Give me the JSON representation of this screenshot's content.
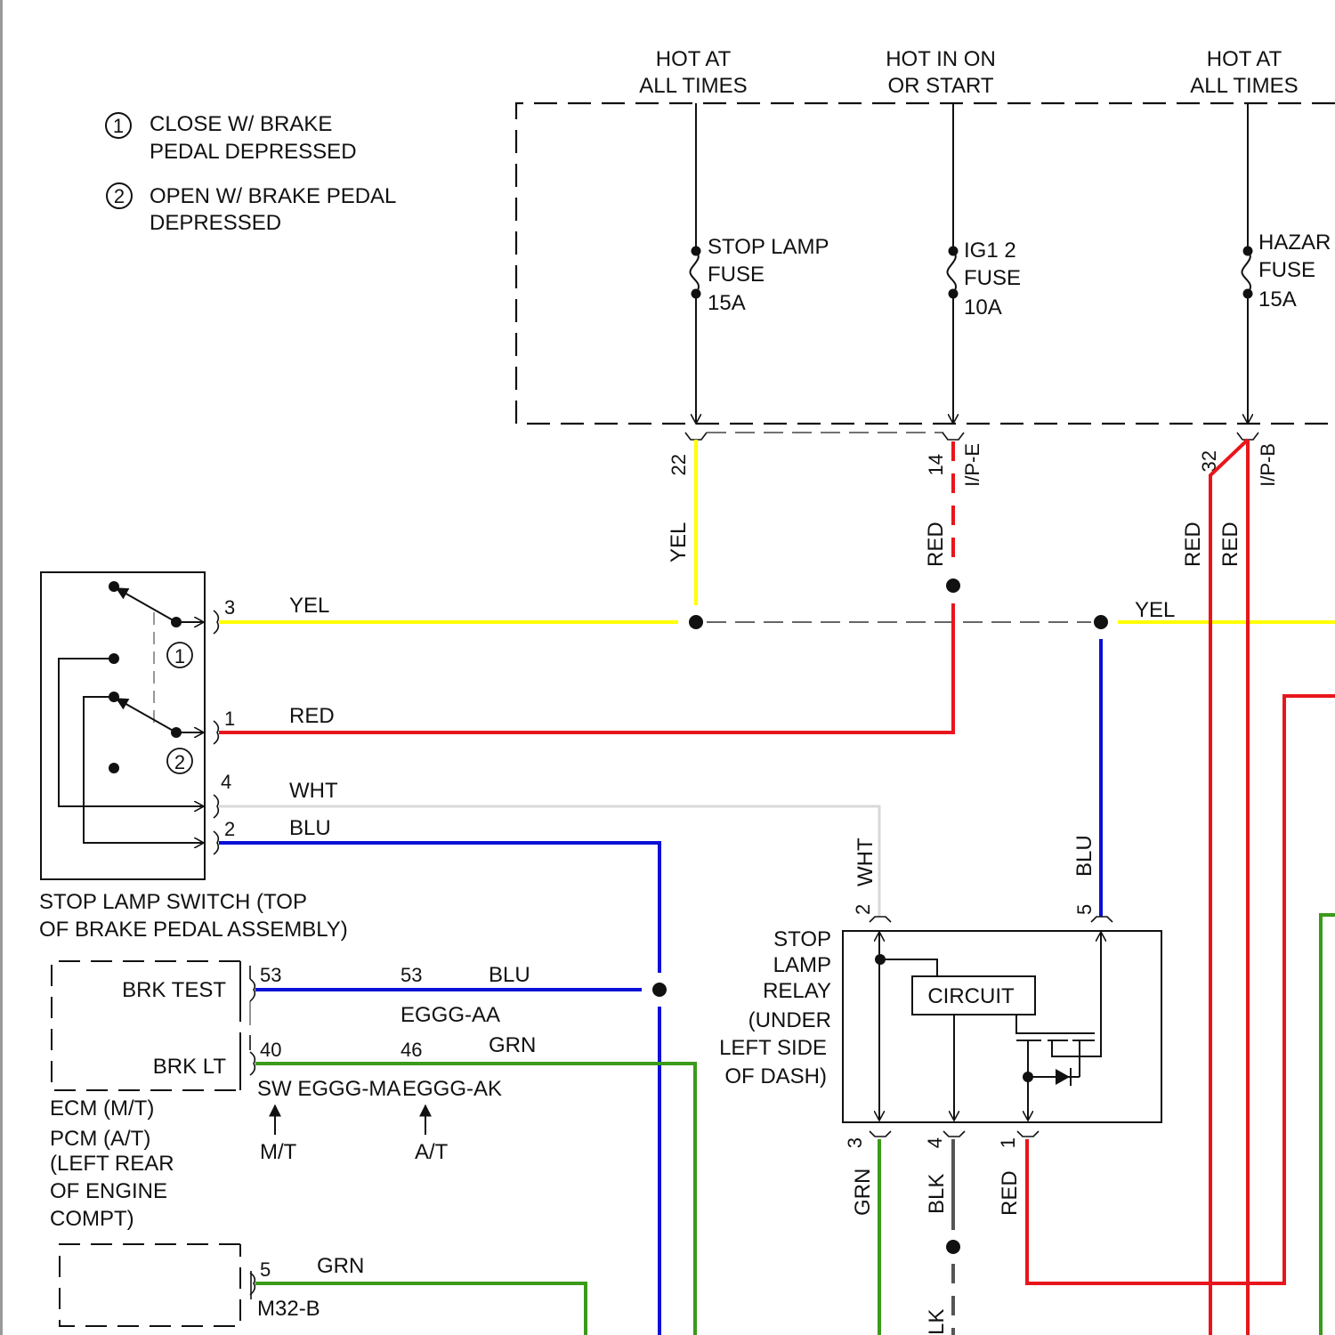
{
  "colors": {
    "yel": "#ffff00",
    "red": "#e8161c",
    "blu": "#0a10d6",
    "grn": "#3a9a1a",
    "wht": "#d8d8d8",
    "blk": "#555555",
    "ink": "#111111"
  },
  "legend": [
    {
      "num": "1",
      "line1": "CLOSE W/ BRAKE",
      "line2": "PEDAL DEPRESSED"
    },
    {
      "num": "2",
      "line1": "OPEN W/ BRAKE PEDAL",
      "line2": "DEPRESSED"
    }
  ],
  "fuse_box": {
    "feeds": [
      {
        "hot1": "HOT AT",
        "hot2": "ALL TIMES",
        "fuse1": "STOP LAMP",
        "fuse2": "FUSE",
        "rating": "15A",
        "pin": "22",
        "wire": "YEL"
      },
      {
        "hot1": "HOT IN ON",
        "hot2": "OR START",
        "fuse1": "IG1 2",
        "fuse2": "FUSE",
        "rating": "10A",
        "pin": "14",
        "wire": "RED",
        "connector": "I/P-E"
      },
      {
        "hot1": "HOT AT",
        "hot2": "ALL TIMES",
        "fuse1": "HAZAR",
        "fuse2": "FUSE",
        "rating": "15A",
        "pin": "32",
        "wire": "RED",
        "wire2": "RED",
        "connector": "I/P-B"
      }
    ]
  },
  "stop_lamp_switch": {
    "label1": "STOP LAMP SWITCH (TOP",
    "label2": "OF BRAKE PEDAL ASSEMBLY)",
    "contact1": "1",
    "contact2": "2",
    "pins": [
      {
        "pin": "3",
        "wire": "YEL"
      },
      {
        "pin": "1",
        "wire": "RED"
      },
      {
        "pin": "4",
        "wire": "WHT"
      },
      {
        "pin": "2",
        "wire": "BLU"
      }
    ]
  },
  "yel_bus_label": "YEL",
  "ecm": {
    "brk_test": "BRK TEST",
    "brk_lt": "BRK LT",
    "pin_test": "53",
    "pin_test2": "53",
    "wire_test": "BLU",
    "code_test": "EGGG-AA",
    "pin_lt": "40",
    "pin_lt2": "46",
    "wire_lt": "GRN",
    "code_lt_mt": "SW EGGG-MA",
    "code_lt_at": "EGGG-AK",
    "mt": "M/T",
    "at": "A/T",
    "name": [
      "ECM (M/T)",
      "PCM (A/T)",
      "(LEFT REAR",
      "OF ENGINE",
      "COMPT)"
    ]
  },
  "m32": {
    "pin": "5",
    "wire": "GRN",
    "connector": "M32-B"
  },
  "relay": {
    "name": [
      "STOP",
      "LAMP",
      "RELAY",
      "(UNDER",
      "LEFT SIDE",
      "OF DASH)"
    ],
    "circuit": "CIRCUIT",
    "top_pins": [
      {
        "pin": "2",
        "wire": "WHT"
      },
      {
        "pin": "5",
        "wire": "BLU"
      }
    ],
    "bottom_pins": [
      {
        "pin": "3",
        "wire": "GRN"
      },
      {
        "pin": "4",
        "wire": "BLK"
      },
      {
        "pin": "1",
        "wire": "RED"
      }
    ],
    "blk_cont": "LK"
  }
}
